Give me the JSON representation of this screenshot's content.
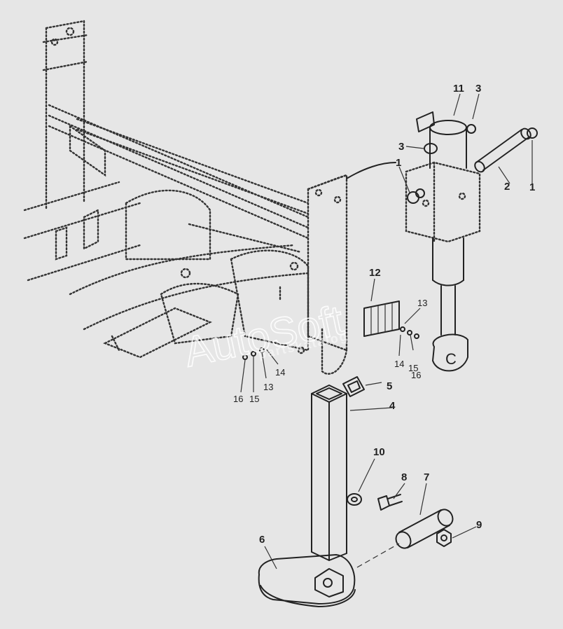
{
  "watermark": {
    "brand": "AutoSoft",
    "sub": "partskatalog"
  },
  "callouts": [
    {
      "id": "c11a",
      "text": "11"
    },
    {
      "id": "c3a",
      "text": "3"
    },
    {
      "id": "c3b",
      "text": "3"
    },
    {
      "id": "c1a",
      "text": "1"
    },
    {
      "id": "c2",
      "text": "2"
    },
    {
      "id": "c1b",
      "text": "1"
    },
    {
      "id": "c12",
      "text": "12"
    },
    {
      "id": "c13a",
      "text": "13"
    },
    {
      "id": "c14a",
      "text": "14"
    },
    {
      "id": "c15a",
      "text": "15"
    },
    {
      "id": "c16a",
      "text": "16"
    },
    {
      "id": "c14b",
      "text": "14"
    },
    {
      "id": "c13b",
      "text": "13"
    },
    {
      "id": "c15b",
      "text": "15"
    },
    {
      "id": "c16b",
      "text": "16"
    },
    {
      "id": "c5",
      "text": "5"
    },
    {
      "id": "c4",
      "text": "4"
    },
    {
      "id": "c10",
      "text": "10"
    },
    {
      "id": "c8",
      "text": "8"
    },
    {
      "id": "c7",
      "text": "7"
    },
    {
      "id": "c9",
      "text": "9"
    },
    {
      "id": "c6",
      "text": "6"
    }
  ],
  "cylinder_mark": "C"
}
